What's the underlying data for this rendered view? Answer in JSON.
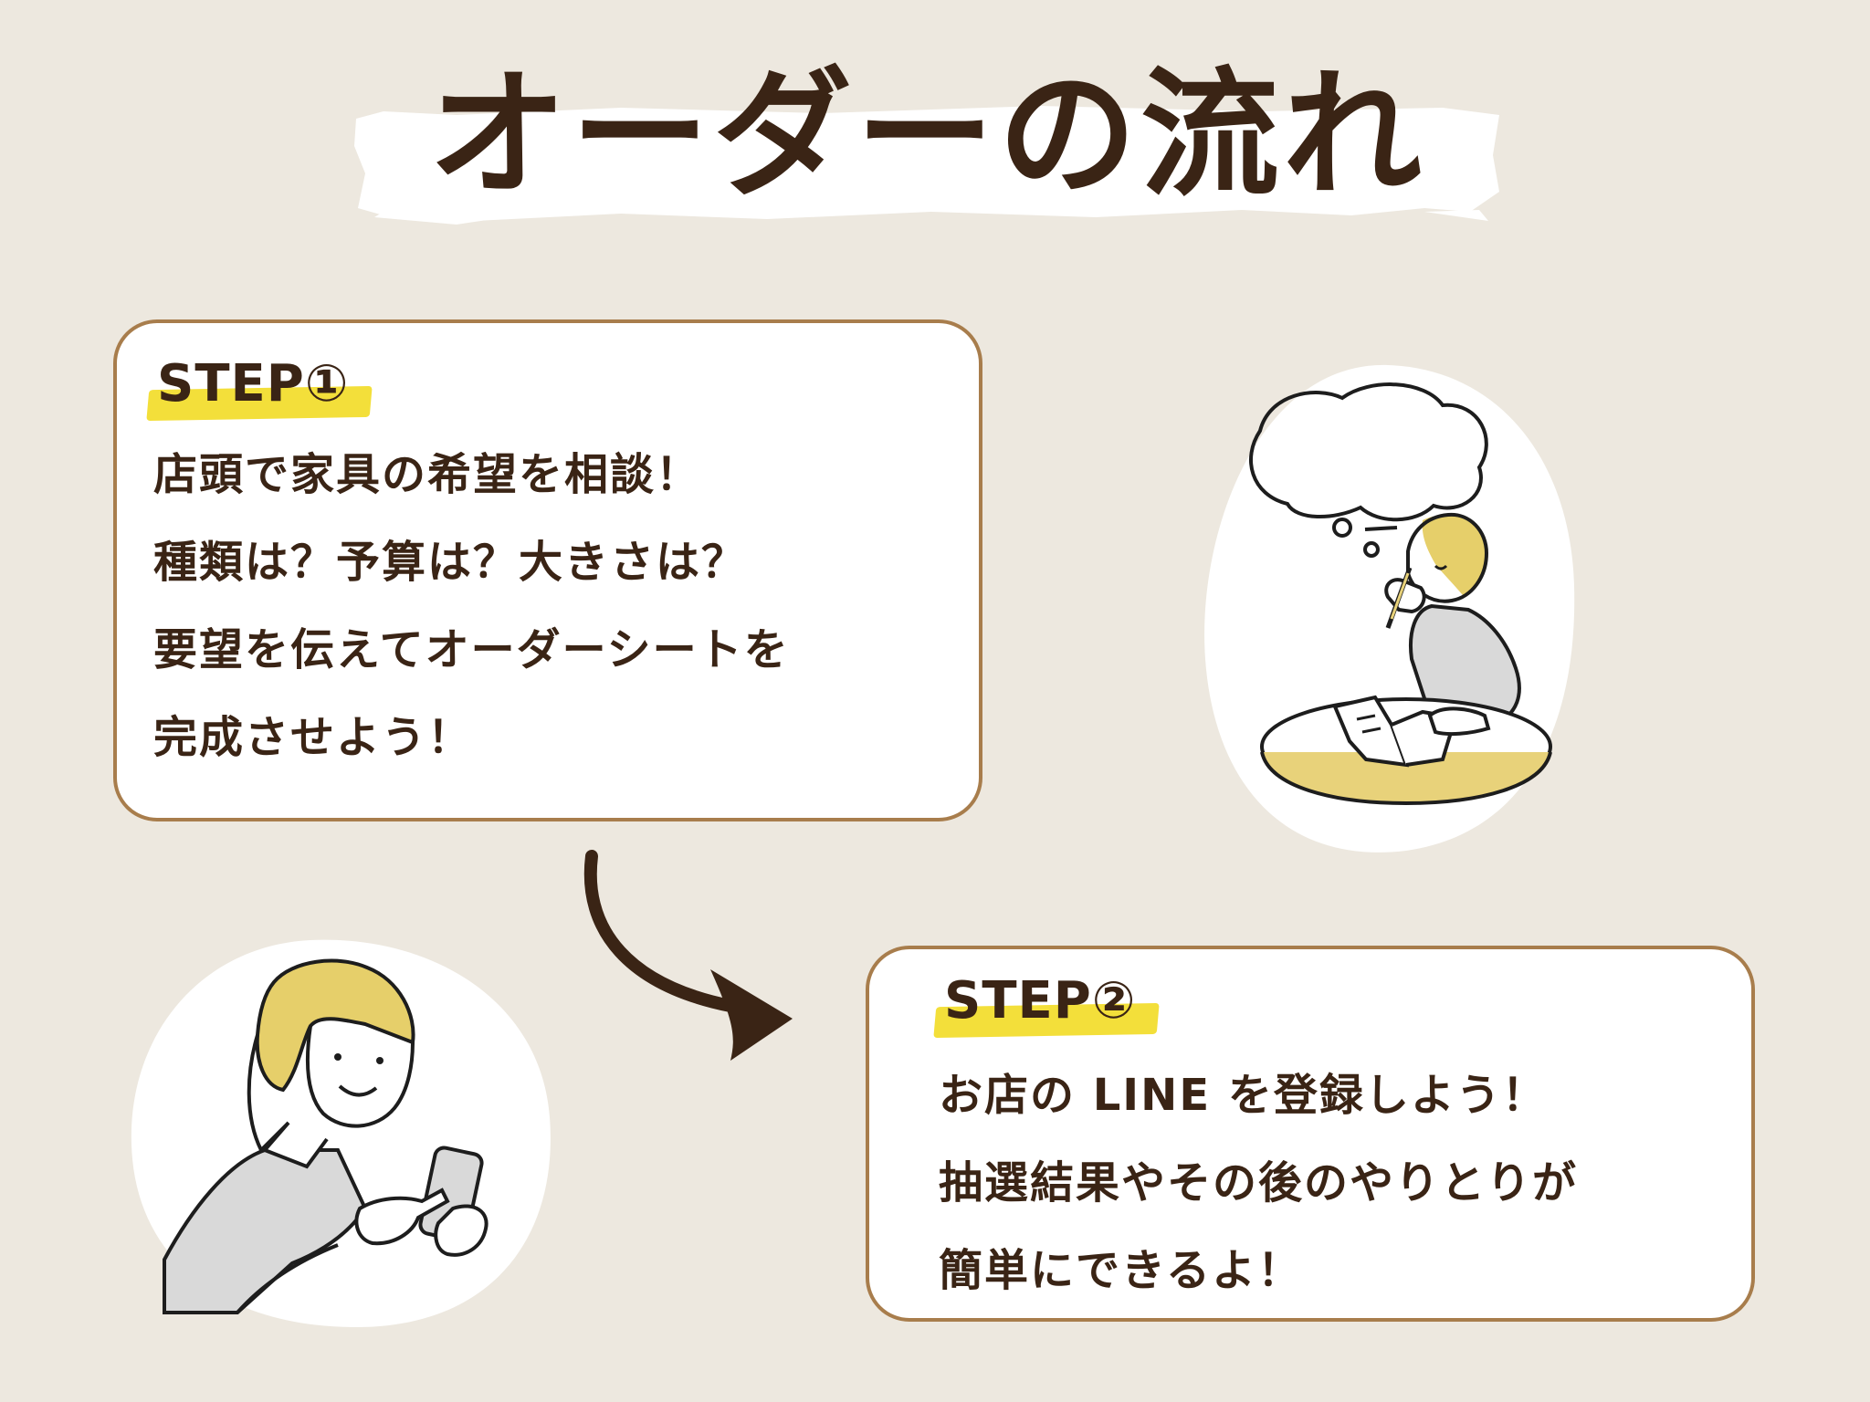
{
  "header": {
    "title": "オーダーの流れ"
  },
  "steps": [
    {
      "label": "STEP①",
      "lines": [
        "店頭で家具の希望を相談！",
        "種類は？予算は？大きさは？",
        "要望を伝えてオーダーシートを",
        "完成させよう！"
      ]
    },
    {
      "label": "STEP②",
      "lines": [
        "お店の LINE を登録しよう！",
        "抽選結果やその後のやりとりが",
        "簡単にできるよ！"
      ]
    }
  ],
  "illustrations": {
    "thinking": "person-thinking-at-table-illustration",
    "phone": "person-using-smartphone-illustration"
  },
  "colors": {
    "background": "#ede8df",
    "text": "#3a2415",
    "card_border": "#a87d4c",
    "highlight": "#f3df3a",
    "hair": "#e6cf6a",
    "accent_gold": "#e8d27a"
  }
}
